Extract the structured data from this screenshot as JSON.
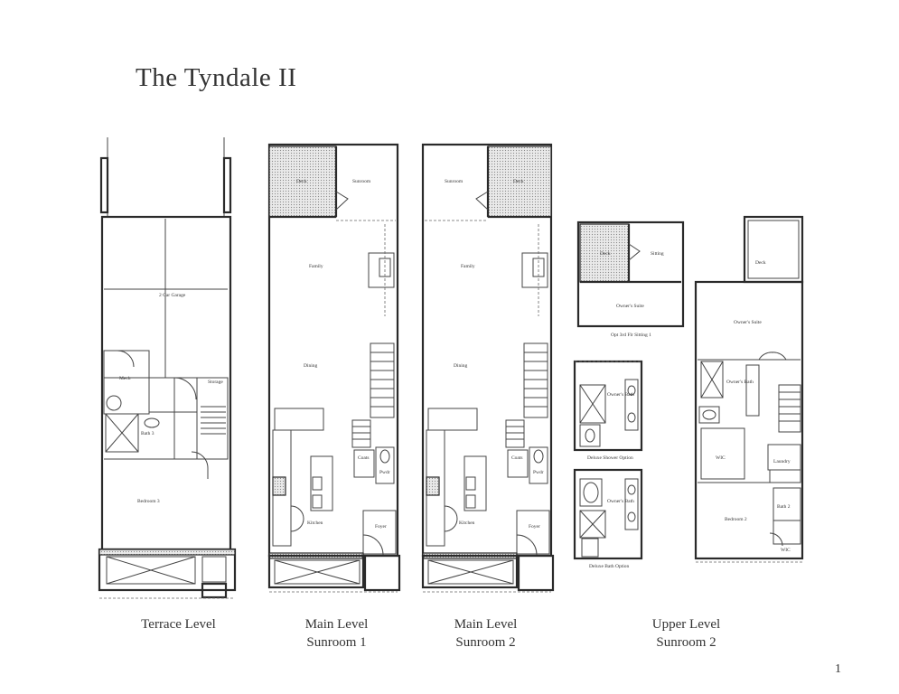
{
  "title": "The Tyndale II",
  "page_number": "1",
  "captions": {
    "terrace": "Terrace Level",
    "main1_line1": "Main Level",
    "main1_line2": "Sunroom 1",
    "main2_line1": "Main Level",
    "main2_line2": "Sunroom 2",
    "upper_line1": "Upper Level",
    "upper_line2": "Sunroom 2"
  },
  "rooms": {
    "garage": "2 Car Garage",
    "mech": "Mech",
    "storage": "Storage",
    "bath3": "Bath 3",
    "bedroom3": "Bedroom 3",
    "deck": "Deck",
    "sunroom": "Sunroom",
    "family": "Family",
    "dining": "Dining",
    "kitchen": "Kitchen",
    "pwdr": "Pwdr",
    "foyer": "Foyer",
    "coats": "Coats",
    "sitting": "Sitting",
    "owners_suite": "Owner's Suite",
    "owners_bath": "Owner's Bath",
    "wic": "WIC",
    "laundry": "Laundry",
    "bedroom2": "Bedroom 2",
    "bath2": "Bath 2",
    "opt_sitting": "Opt 3rd Flr Sitting 1",
    "deluxe_shower": "Deluxe Shower Option",
    "deluxe_bath": "Deluxe Bath Option"
  }
}
